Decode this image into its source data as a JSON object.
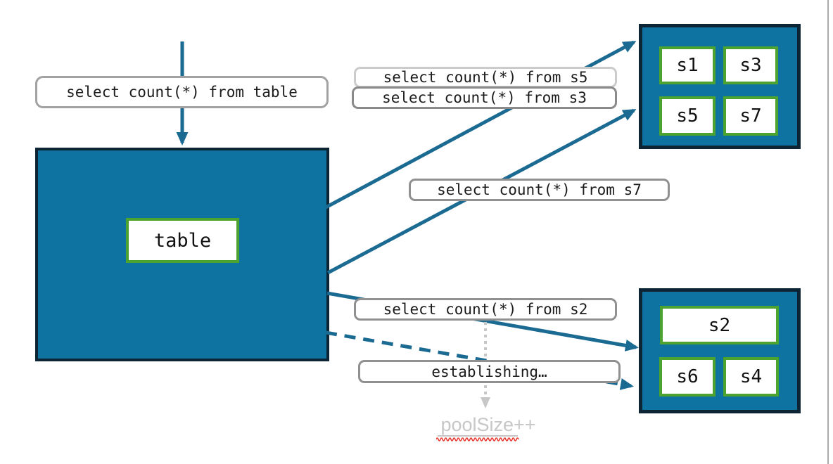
{
  "colors": {
    "teal_fill": "#0E73A0",
    "navy_border": "#0C2433",
    "green_border": "#4CA32F",
    "arrow": "#1A6A92",
    "label_border": "#909090",
    "label_border_light": "#CBCBCB",
    "label_border_mid": "#A2A2A2",
    "label_border_dark": "#8A8A8A",
    "text": "#1B1B1B",
    "muted": "#C7C7C7",
    "squiggle": "#E8382C",
    "slide_edge": "#ABABAB"
  },
  "queries": {
    "table": "select count(*) from table",
    "s5": "select count(*) from s5",
    "s3": "select count(*) from s3",
    "s7": "select count(*) from s7",
    "s2": "select count(*) from s2",
    "establishing": "establishing…"
  },
  "nodes": {
    "table_label": "table"
  },
  "shards": {
    "top": [
      "s1",
      "s3",
      "s5",
      "s7"
    ],
    "bottom": [
      "s2",
      "s6",
      "s4"
    ]
  },
  "annotations": {
    "pool_size": "poolSize++"
  }
}
